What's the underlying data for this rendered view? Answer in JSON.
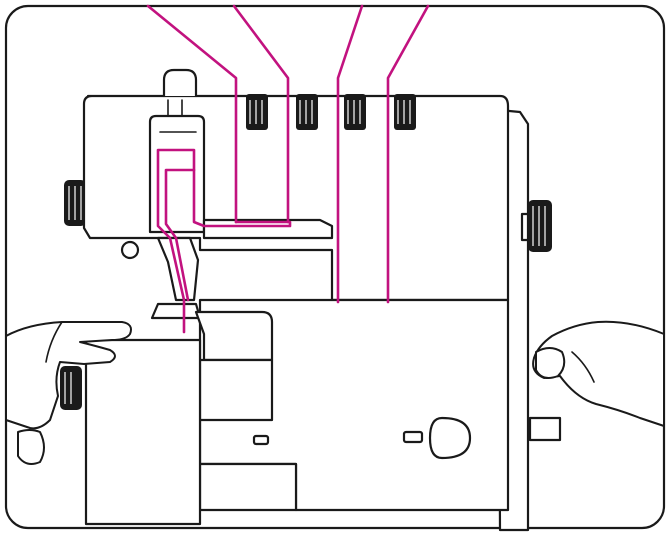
{
  "figure": {
    "subject": "overlock-machine-threading",
    "thread_color": "#c2127f",
    "line_color": "#1a1a1a",
    "background_color": "#ffffff",
    "thread_count": 4,
    "icons": [
      "spool-thread",
      "hand",
      "tension-dial",
      "handwheel"
    ]
  }
}
